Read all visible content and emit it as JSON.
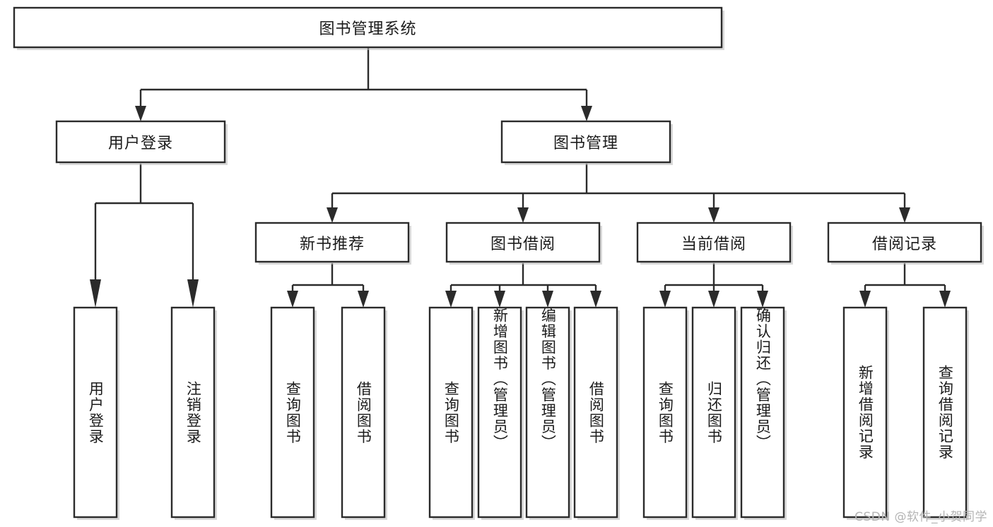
{
  "diagram": {
    "type": "hierarchy-tree",
    "title": "图书管理系统",
    "watermark": "CSDN @软件_小贺同学",
    "colors": {
      "box_fill": "#ffffff",
      "box_stroke": "#2b2b2b",
      "text": "#1b1b1b",
      "shadow": "#b9b9b9",
      "watermark": "#b4b4b4",
      "background": "#ffffff"
    },
    "levels": {
      "level0": {
        "label": "图书管理系统"
      },
      "level1": [
        {
          "label": "用户登录"
        },
        {
          "label": "图书管理"
        }
      ],
      "level2": [
        {
          "label": "新书推荐"
        },
        {
          "label": "图书借阅"
        },
        {
          "label": "当前借阅"
        },
        {
          "label": "借阅记录"
        }
      ]
    },
    "nodes": {
      "root": "图书管理系统",
      "user_login": "用户登录",
      "book_mgmt": "图书管理",
      "new_book_rec": "新书推荐",
      "book_borrow": "图书借阅",
      "current_borrow": "当前借阅",
      "borrow_record": "借阅记录",
      "leaf_user_login": "用户登录",
      "leaf_logout_login": "注销登录",
      "leaf_query_book_1": "查询图书",
      "leaf_borrow_book_1": "借阅图书",
      "leaf_query_book_2": "查询图书",
      "leaf_add_book_admin": "新增图书（管理员）",
      "leaf_edit_book_admin": "编辑图书（管理员）",
      "leaf_borrow_book_2": "借阅图书",
      "leaf_query_book_3": "查询图书",
      "leaf_return_book": "归还图书",
      "leaf_confirm_return_admin": "确认归还（管理员）",
      "leaf_add_borrow_record": "新增借阅记录",
      "leaf_query_borrow_record": "查询借阅记录"
    },
    "edges": [
      {
        "from": "图书管理系统",
        "to": "用户登录"
      },
      {
        "from": "图书管理系统",
        "to": "图书管理"
      },
      {
        "from": "用户登录",
        "to": "用户登录"
      },
      {
        "from": "用户登录",
        "to": "注销登录"
      },
      {
        "from": "图书管理",
        "to": "新书推荐"
      },
      {
        "from": "图书管理",
        "to": "图书借阅"
      },
      {
        "from": "图书管理",
        "to": "当前借阅"
      },
      {
        "from": "图书管理",
        "to": "借阅记录"
      },
      {
        "from": "新书推荐",
        "to": "查询图书"
      },
      {
        "from": "新书推荐",
        "to": "借阅图书"
      },
      {
        "from": "图书借阅",
        "to": "查询图书"
      },
      {
        "from": "图书借阅",
        "to": "新增图书（管理员）"
      },
      {
        "from": "图书借阅",
        "to": "编辑图书（管理员）"
      },
      {
        "from": "图书借阅",
        "to": "借阅图书"
      },
      {
        "from": "当前借阅",
        "to": "查询图书"
      },
      {
        "from": "当前借阅",
        "to": "归还图书"
      },
      {
        "from": "当前借阅",
        "to": "确认归还（管理员）"
      },
      {
        "from": "借阅记录",
        "to": "新增借阅记录"
      },
      {
        "from": "借阅记录",
        "to": "查询借阅记录"
      }
    ]
  }
}
